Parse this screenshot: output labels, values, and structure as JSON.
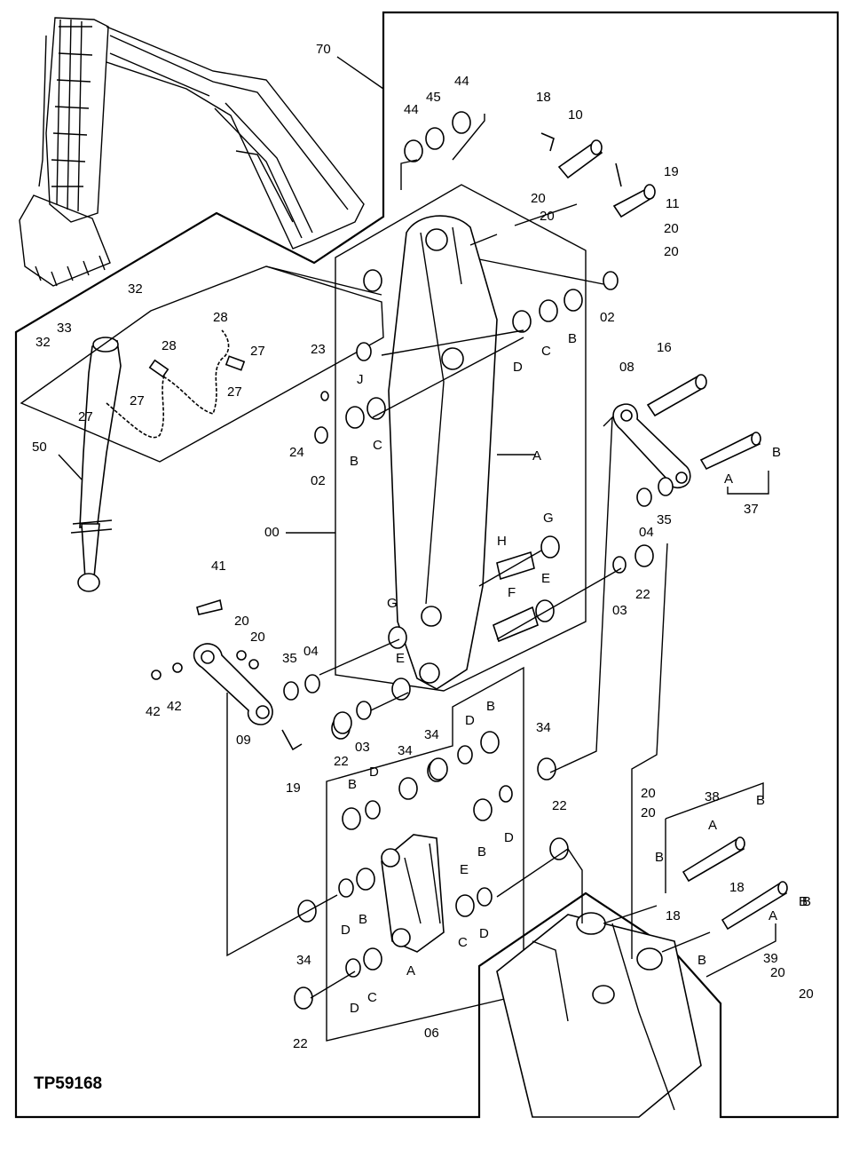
{
  "figure_code": "TP59168",
  "labels": [
    {
      "key": "70a",
      "text": "70"
    },
    {
      "key": "44a",
      "text": "44"
    },
    {
      "key": "45",
      "text": "45"
    },
    {
      "key": "44b",
      "text": "44"
    },
    {
      "key": "18a",
      "text": "18"
    },
    {
      "key": "10",
      "text": "10"
    },
    {
      "key": "19a",
      "text": "19"
    },
    {
      "key": "20a",
      "text": "20"
    },
    {
      "key": "20b",
      "text": "20"
    },
    {
      "key": "11",
      "text": "11"
    },
    {
      "key": "20c",
      "text": "20"
    },
    {
      "key": "20d",
      "text": "20"
    },
    {
      "key": "02a",
      "text": "02"
    },
    {
      "key": "Ba",
      "text": "B"
    },
    {
      "key": "Ca",
      "text": "C"
    },
    {
      "key": "Da",
      "text": "D"
    },
    {
      "key": "32a",
      "text": "32"
    },
    {
      "key": "33",
      "text": "33"
    },
    {
      "key": "32b",
      "text": "32"
    },
    {
      "key": "28a",
      "text": "28"
    },
    {
      "key": "28b",
      "text": "28"
    },
    {
      "key": "27a",
      "text": "27"
    },
    {
      "key": "27b",
      "text": "27"
    },
    {
      "key": "27c",
      "text": "27"
    },
    {
      "key": "27d",
      "text": "27"
    },
    {
      "key": "23",
      "text": "23"
    },
    {
      "key": "Ja",
      "text": "J"
    },
    {
      "key": "24",
      "text": "24"
    },
    {
      "key": "Bb",
      "text": "B"
    },
    {
      "key": "Cb",
      "text": "C"
    },
    {
      "key": "02b",
      "text": "02"
    },
    {
      "key": "Aa",
      "text": "A"
    },
    {
      "key": "50",
      "text": "50"
    },
    {
      "key": "00",
      "text": "00"
    },
    {
      "key": "08",
      "text": "08"
    },
    {
      "key": "16",
      "text": "16"
    },
    {
      "key": "Bc",
      "text": "B"
    },
    {
      "key": "Ab",
      "text": "A"
    },
    {
      "key": "37",
      "text": "37"
    },
    {
      "key": "04a",
      "text": "04"
    },
    {
      "key": "35a",
      "text": "35"
    },
    {
      "key": "Ga",
      "text": "G"
    },
    {
      "key": "Ha",
      "text": "H"
    },
    {
      "key": "Ea",
      "text": "E"
    },
    {
      "key": "Fa",
      "text": "F"
    },
    {
      "key": "03a",
      "text": "03"
    },
    {
      "key": "22a",
      "text": "22"
    },
    {
      "key": "41",
      "text": "41"
    },
    {
      "key": "20e",
      "text": "20"
    },
    {
      "key": "20f",
      "text": "20"
    },
    {
      "key": "42a",
      "text": "42"
    },
    {
      "key": "42b",
      "text": "42"
    },
    {
      "key": "35b",
      "text": "35"
    },
    {
      "key": "04b",
      "text": "04"
    },
    {
      "key": "Gb",
      "text": "G"
    },
    {
      "key": "Eb",
      "text": "E"
    },
    {
      "key": "09",
      "text": "09"
    },
    {
      "key": "19b",
      "text": "19"
    },
    {
      "key": "22b",
      "text": "22"
    },
    {
      "key": "03b",
      "text": "03"
    },
    {
      "key": "34a",
      "text": "34"
    },
    {
      "key": "34b",
      "text": "34"
    },
    {
      "key": "Db",
      "text": "D"
    },
    {
      "key": "Bd",
      "text": "B"
    },
    {
      "key": "34c",
      "text": "34"
    },
    {
      "key": "Be",
      "text": "B"
    },
    {
      "key": "Dc",
      "text": "D"
    },
    {
      "key": "Dd",
      "text": "D"
    },
    {
      "key": "Ec",
      "text": "E"
    },
    {
      "key": "Bf",
      "text": "B"
    },
    {
      "key": "22c",
      "text": "22"
    },
    {
      "key": "Bg",
      "text": "B"
    },
    {
      "key": "De",
      "text": "D"
    },
    {
      "key": "Ch",
      "text": "C"
    },
    {
      "key": "Df",
      "text": "D"
    },
    {
      "key": "34d",
      "text": "34"
    },
    {
      "key": "Ac",
      "text": "A"
    },
    {
      "key": "Dg",
      "text": "D"
    },
    {
      "key": "Ci",
      "text": "C"
    },
    {
      "key": "22d",
      "text": "22"
    },
    {
      "key": "06",
      "text": "06"
    },
    {
      "key": "20g",
      "text": "20"
    },
    {
      "key": "20h",
      "text": "20"
    },
    {
      "key": "38",
      "text": "38"
    },
    {
      "key": "Ad",
      "text": "A"
    },
    {
      "key": "Bh",
      "text": "B"
    },
    {
      "key": "Bi",
      "text": "B"
    },
    {
      "key": "18b",
      "text": "18"
    },
    {
      "key": "18c",
      "text": "18"
    },
    {
      "key": "Ae",
      "text": "A"
    },
    {
      "key": "Bj",
      "text": "B"
    },
    {
      "key": "Bk",
      "text": "B"
    },
    {
      "key": "Bl",
      "text": "B"
    },
    {
      "key": "39",
      "text": "39"
    },
    {
      "key": "20i",
      "text": "20"
    },
    {
      "key": "20j",
      "text": "20"
    }
  ]
}
